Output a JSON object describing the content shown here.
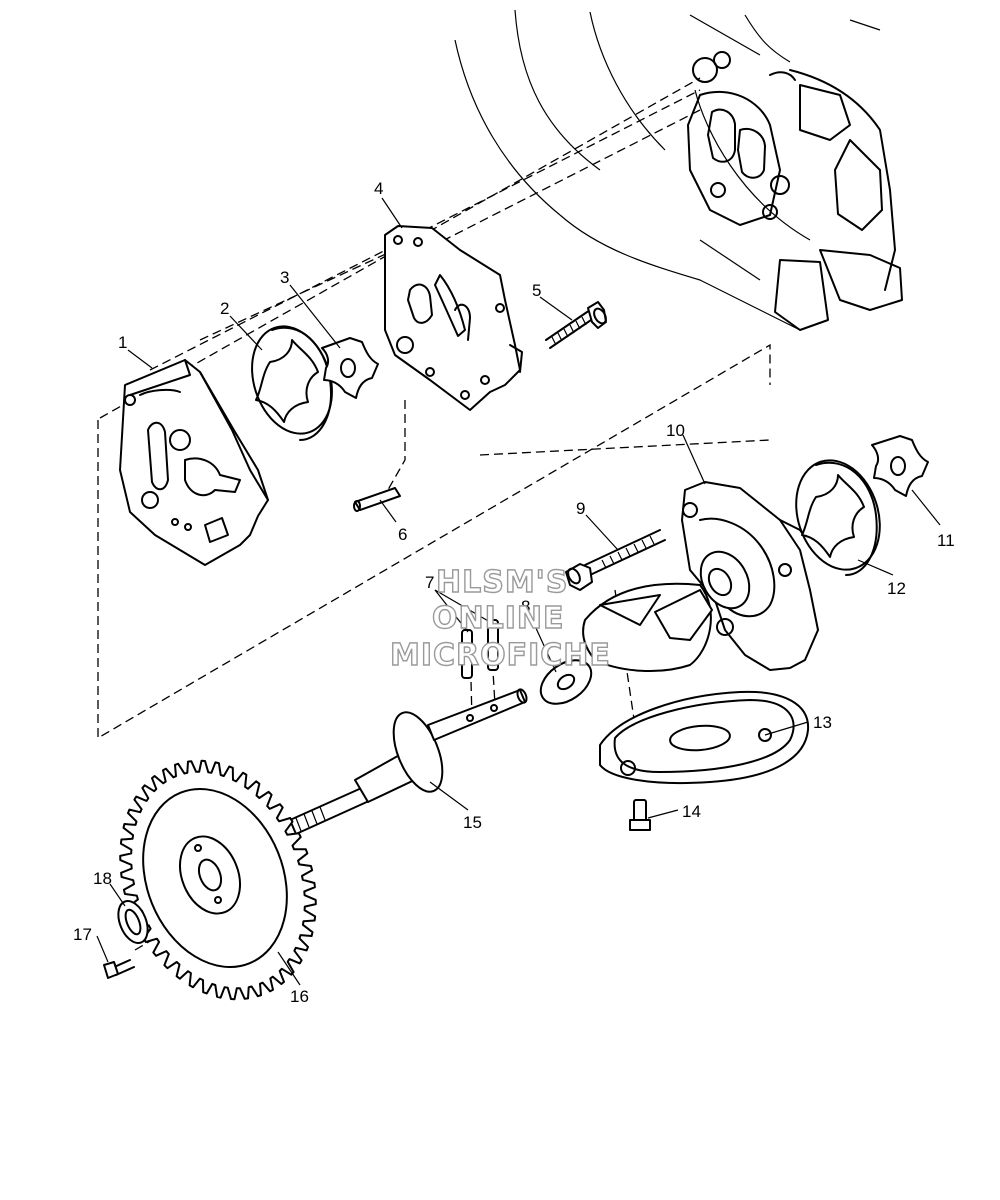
{
  "watermark": {
    "line1": "HLSM'S",
    "line2": "ONLINE",
    "line3": "MICROFICHE"
  },
  "callouts": [
    {
      "id": "1",
      "text": "1"
    },
    {
      "id": "2",
      "text": "2"
    },
    {
      "id": "3",
      "text": "3"
    },
    {
      "id": "4",
      "text": "4"
    },
    {
      "id": "5",
      "text": "5"
    },
    {
      "id": "6",
      "text": "6"
    },
    {
      "id": "7",
      "text": "7"
    },
    {
      "id": "8",
      "text": "8"
    },
    {
      "id": "9",
      "text": "9"
    },
    {
      "id": "10",
      "text": "10"
    },
    {
      "id": "11",
      "text": "11"
    },
    {
      "id": "12",
      "text": "12"
    },
    {
      "id": "13",
      "text": "13"
    },
    {
      "id": "14",
      "text": "14"
    },
    {
      "id": "15",
      "text": "15"
    },
    {
      "id": "16",
      "text": "16"
    },
    {
      "id": "17",
      "text": "17"
    },
    {
      "id": "18",
      "text": "18"
    }
  ]
}
